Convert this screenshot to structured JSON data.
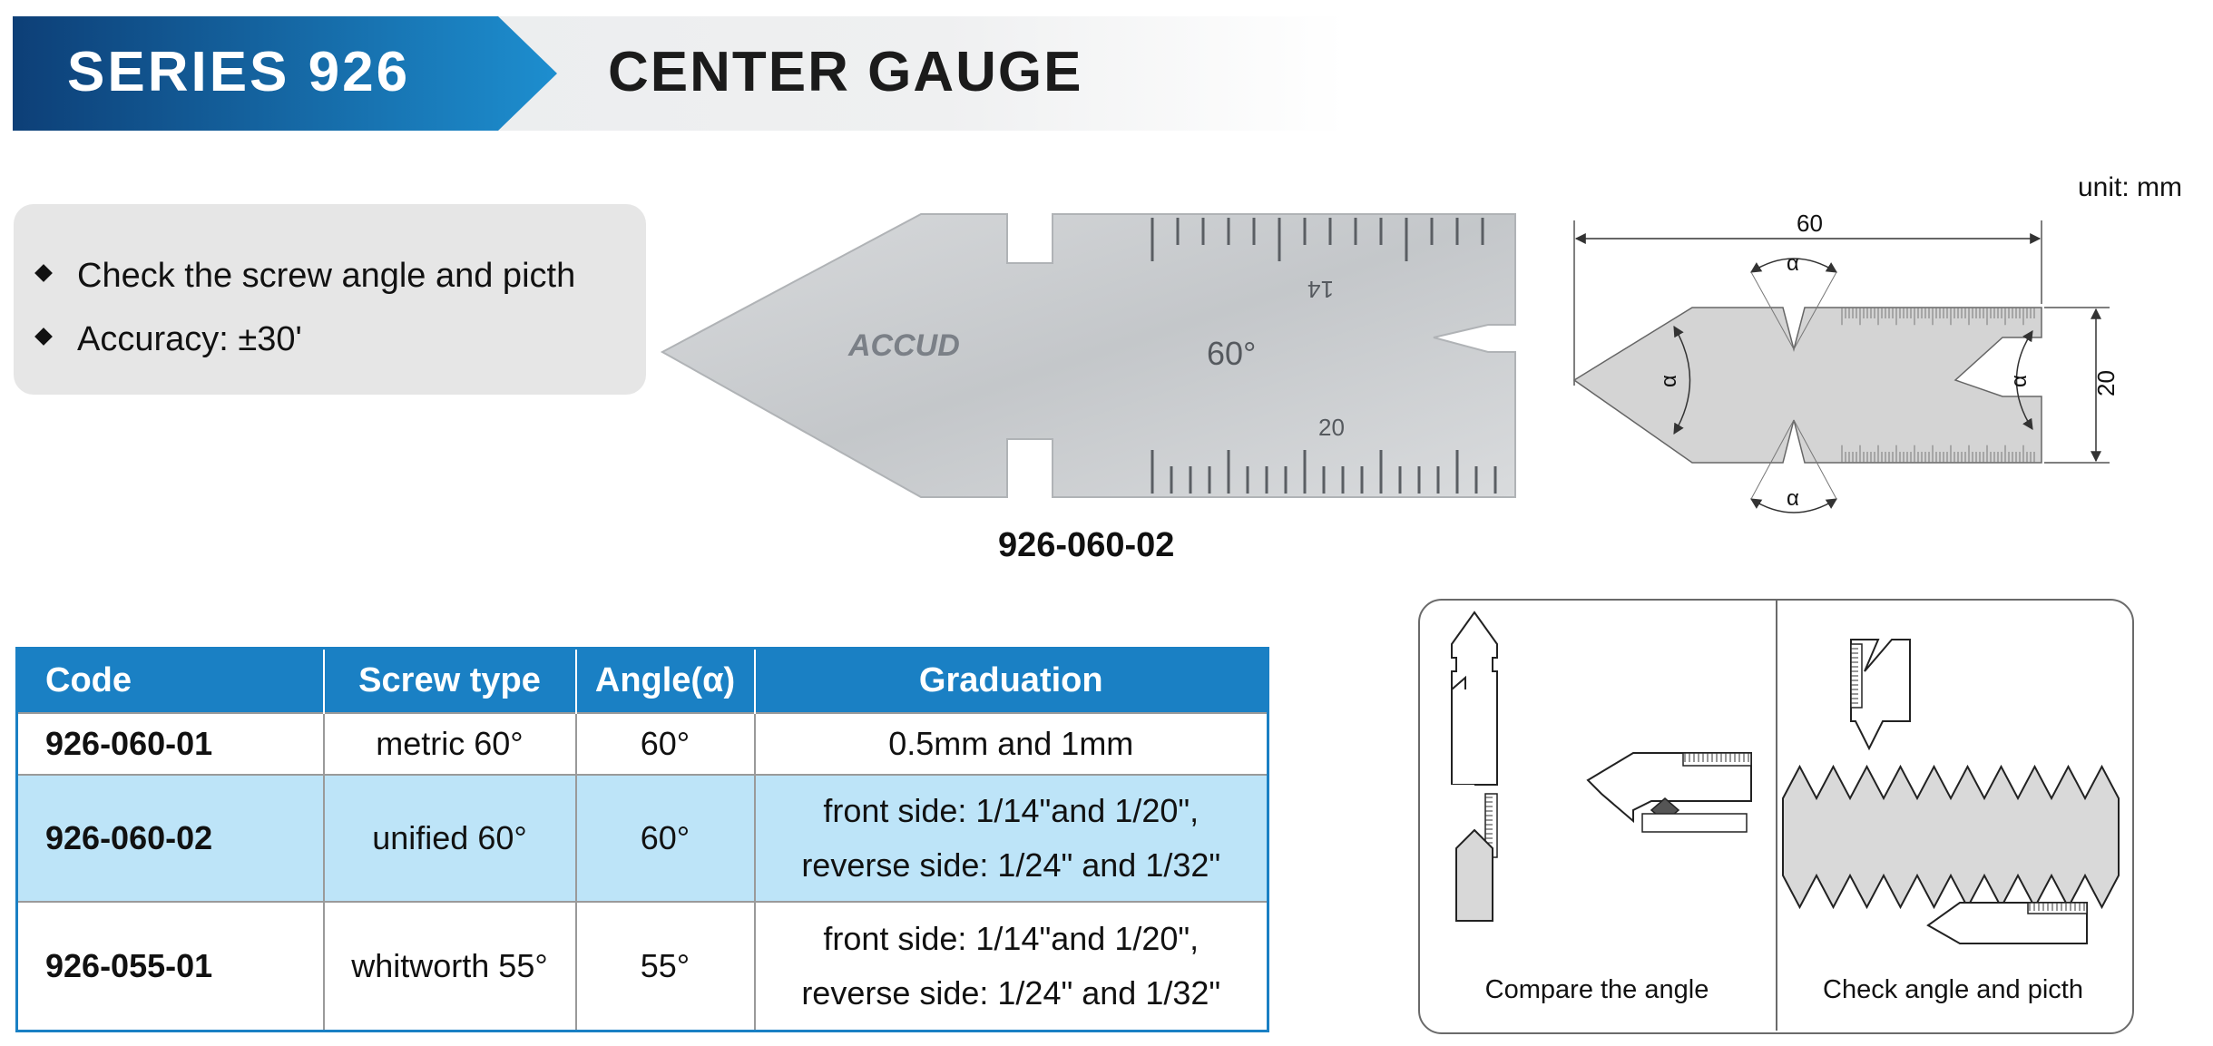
{
  "header": {
    "series": "SERIES 926",
    "title": "CENTER GAUGE",
    "band_color": "#1a80c4"
  },
  "features": [
    "Check the screw angle and picth",
    "Accuracy: ±30'"
  ],
  "unit_label": "unit: mm",
  "photo": {
    "brand": "ACCUD",
    "angle_label": "60°",
    "upper_scale_label": "14",
    "lower_scale_label": "20",
    "code": "926-060-02"
  },
  "dimension_drawing": {
    "length_label": "60",
    "height_label": "20",
    "angle_symbol": "α"
  },
  "table": {
    "headers": [
      "Code",
      "Screw type",
      "Angle(α)",
      "Graduation"
    ],
    "rows": [
      {
        "code": "926-060-01",
        "screw": "metric 60°",
        "angle": "60°",
        "grad1": "0.5mm and 1mm",
        "grad2": ""
      },
      {
        "code": "926-060-02",
        "screw": "unified 60°",
        "angle": "60°",
        "grad1": "front side:  1/14\"and 1/20\",",
        "grad2": "reverse side:  1/24\" and 1/32\""
      },
      {
        "code": "926-055-01",
        "screw": "whitworth 55°",
        "angle": "55°",
        "grad1": "front side:  1/14\"and 1/20\",",
        "grad2": "reverse side:  1/24\" and 1/32\""
      }
    ]
  },
  "usage": {
    "left_caption": "Compare the angle",
    "right_caption": "Check angle and picth"
  }
}
